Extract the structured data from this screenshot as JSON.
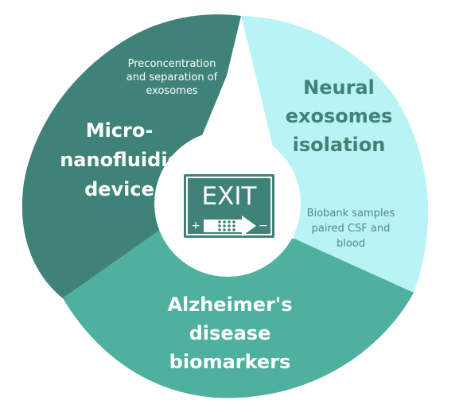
{
  "colors": {
    "device": "#3f8378",
    "isolation": "#b8f3f6",
    "biomarkers": "#4fb09f",
    "center_ring": "#ffffff",
    "exit_sign": "#3f8378",
    "exit_sign_text": "#ffffff",
    "title_on_dark": "#ffffff",
    "title_on_light": "#3f8378",
    "note_on_light": "#4f8c86"
  },
  "segments": {
    "device": {
      "title_lines": [
        "Micro-",
        "nanofluidic",
        "device"
      ],
      "note_lines": [
        "Preconcentration",
        "and separation of",
        "exosomes"
      ]
    },
    "isolation": {
      "title_lines": [
        "Neural",
        "exosomes",
        "isolation"
      ],
      "note_lines": [
        "Biobank samples",
        "paired CSF and",
        "blood"
      ]
    },
    "biomarkers": {
      "title_lines": [
        "Alzheimer's",
        "disease",
        "biomarkers"
      ]
    }
  },
  "exit_sign": {
    "label": "EXIT",
    "plus": "+",
    "minus": "−",
    "icon": "exosome-arrow-icon"
  }
}
